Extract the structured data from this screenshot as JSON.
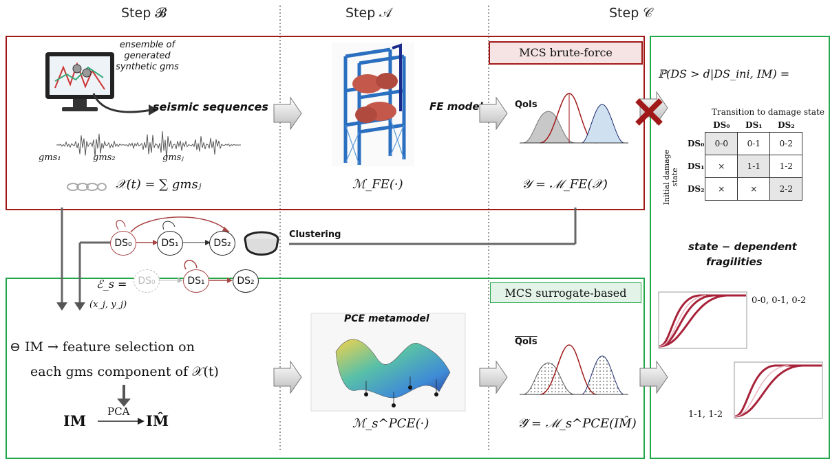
{
  "steps": {
    "b": "Step 𝓑",
    "a": "Step 𝒜",
    "c": "Step 𝒞"
  },
  "top": {
    "ensemble_label": "ensemble of generated synthetic gms",
    "seismic_label": "seismic sequences",
    "gms1": "gms₁",
    "gms2": "gms₂",
    "gmsj": "gmsⱼ",
    "signal_eq": "𝒳(t) = ∑ gmsⱼ",
    "fe_label": "FE model",
    "fe_eq": "ℳ_FE(·)",
    "qois_label": "QoIs",
    "y_eq": "𝒴 = ℳ_FE(𝒳)",
    "mcs_brute": "MCS brute-force"
  },
  "middle": {
    "clustering": "Clustering",
    "es_eq": "ℰ_s =",
    "xy": "(x_j, y_j)",
    "ds0": "DS₀",
    "ds1": "DS₁",
    "ds2": "DS₂"
  },
  "bottom": {
    "mcs_surrogate": "MCS surrogate-based",
    "im_line1": "⊖ IM → feature selection on",
    "im_line2": "each gms component of 𝒳(t)",
    "pca": "PCA",
    "im": "IM",
    "im_hat": "IM̂",
    "pce_label": "PCE metamodel",
    "pce_eq": "ℳ_s^PCE(·)",
    "qois_hat": "QoIs",
    "y_hat_eq": "𝒴̂ = ℳ_s^PCE(IM̂)"
  },
  "right": {
    "prob_eq": "ℙ(DS > d|DS_ini, IM) =",
    "transition_title": "Transition to damage state",
    "initial_label": "Initial damage state",
    "col_headers": [
      "DS₀",
      "DS₁",
      "DS₂"
    ],
    "row_headers": [
      "DS₀",
      "DS₁",
      "DS₂"
    ],
    "cells": [
      [
        "0-0",
        "0-1",
        "0-2"
      ],
      [
        "×",
        "1-1",
        "1-2"
      ],
      [
        "×",
        "×",
        "2-2"
      ]
    ],
    "fragility_title_1": "state − dependent",
    "fragility_title_2": "fragilities",
    "curve_label_1": "0-0, 0-1, 0-2",
    "curve_label_2": "1-1, 1-2"
  },
  "colors": {
    "red_box": "#a01818",
    "green_box": "#22a84a",
    "curve": "#a8233a"
  }
}
